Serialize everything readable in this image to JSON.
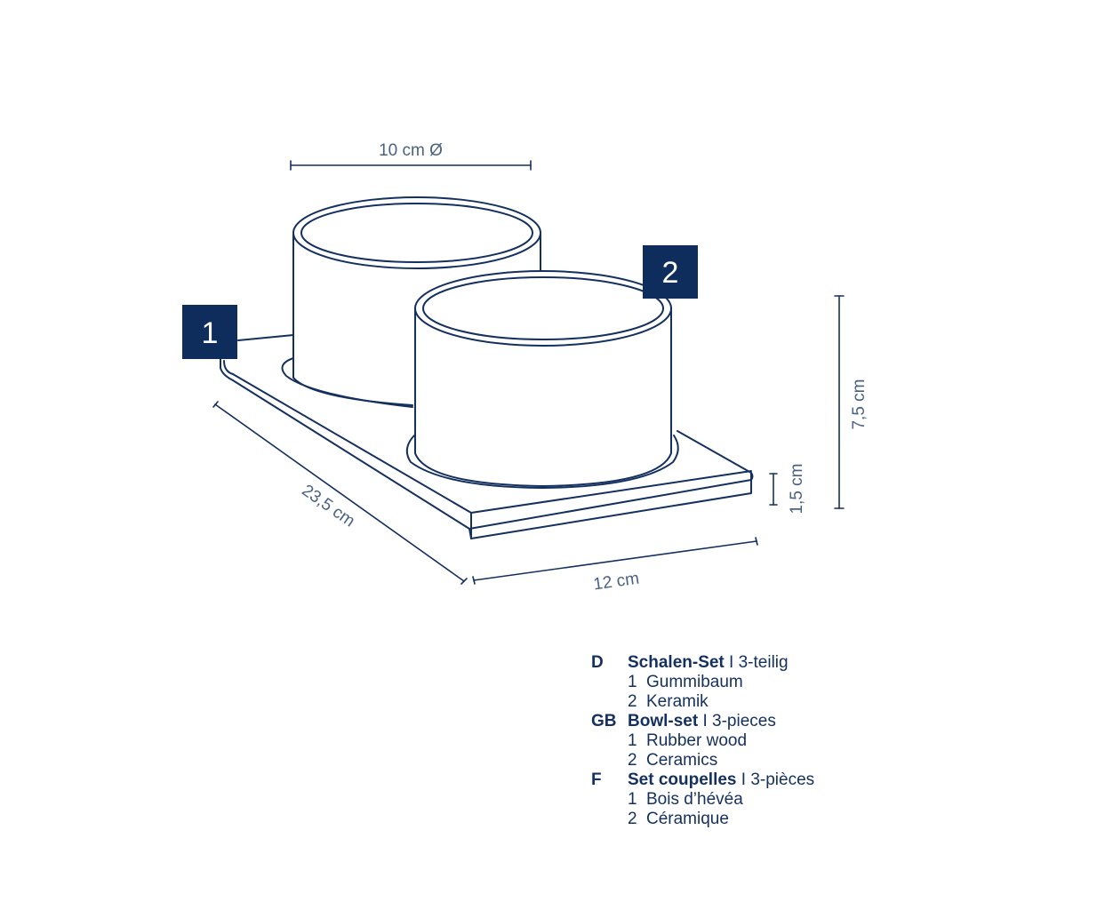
{
  "dimensions": {
    "diameter": "10 cm Ø",
    "height_total": "7,5 cm",
    "height_tray": "1,5 cm",
    "length": "23,5 cm",
    "width": "12 cm"
  },
  "badges": {
    "tray": "1",
    "bowl": "2"
  },
  "legend": [
    {
      "code": "D",
      "title": "Schalen-Set",
      "separator": " I ",
      "subtitle": "3-teilig",
      "items": [
        {
          "num": "1",
          "label": "Gummibaum"
        },
        {
          "num": "2",
          "label": "Keramik"
        }
      ]
    },
    {
      "code": "GB",
      "title": "Bowl-set",
      "separator": " I ",
      "subtitle": "3-pieces",
      "items": [
        {
          "num": "1",
          "label": "Rubber wood"
        },
        {
          "num": "2",
          "label": "Ceramics"
        }
      ]
    },
    {
      "code": "F",
      "title": "Set coupelles",
      "separator": " I ",
      "subtitle": "3-pièces",
      "items": [
        {
          "num": "1",
          "label": "Bois d’hévéa"
        },
        {
          "num": "2",
          "label": "Céramique"
        }
      ]
    }
  ],
  "colors": {
    "line": "#14305f",
    "badge_fill": "#0f2d5c",
    "dim_text": "#4a6180"
  }
}
